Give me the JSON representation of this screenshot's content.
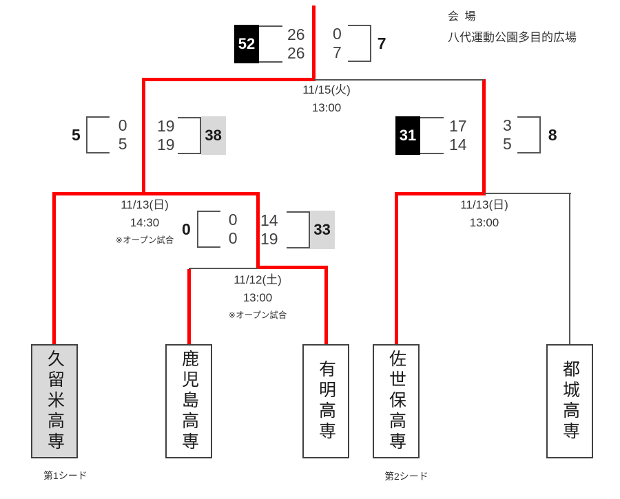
{
  "venue": {
    "title": "会 場",
    "name": "八代運動公園多目的広場"
  },
  "matches": {
    "final": {
      "date": "11/15(火)",
      "time": "13:00",
      "left": {
        "total": "52",
        "halves": [
          "26",
          "26"
        ],
        "highlight": "black"
      },
      "right": {
        "total": "7",
        "halves": [
          "0",
          "7"
        ],
        "highlight": "none"
      }
    },
    "semi_left": {
      "date": "11/13(日)",
      "time": "14:30",
      "note": "※オープン試合",
      "left": {
        "total": "5",
        "halves": [
          "0",
          "5"
        ],
        "highlight": "none"
      },
      "right": {
        "total": "38",
        "halves": [
          "19",
          "19"
        ],
        "highlight": "gray"
      }
    },
    "semi_right": {
      "date": "11/13(日)",
      "time": "13:00",
      "left": {
        "total": "31",
        "halves": [
          "17",
          "14"
        ],
        "highlight": "black"
      },
      "right": {
        "total": "8",
        "halves": [
          "3",
          "5"
        ],
        "highlight": "none"
      }
    },
    "round1": {
      "date": "11/12(土)",
      "time": "13:00",
      "note": "※オープン試合",
      "left": {
        "total": "0",
        "halves": [
          "0",
          "0"
        ],
        "highlight": "none"
      },
      "right": {
        "total": "33",
        "halves": [
          "14",
          "19"
        ],
        "highlight": "gray"
      }
    }
  },
  "teams": [
    {
      "name": "久留米高専",
      "seed": "第1シード"
    },
    {
      "name": "鹿児島高専"
    },
    {
      "name": "有明高専"
    },
    {
      "name": "佐世保高専",
      "seed": "第2シード"
    },
    {
      "name": "都城高専"
    }
  ],
  "colors": {
    "winner_path": "#ff0000",
    "line": "#555555",
    "highlight_black": "#000000",
    "highlight_gray": "#d9d9d9"
  }
}
